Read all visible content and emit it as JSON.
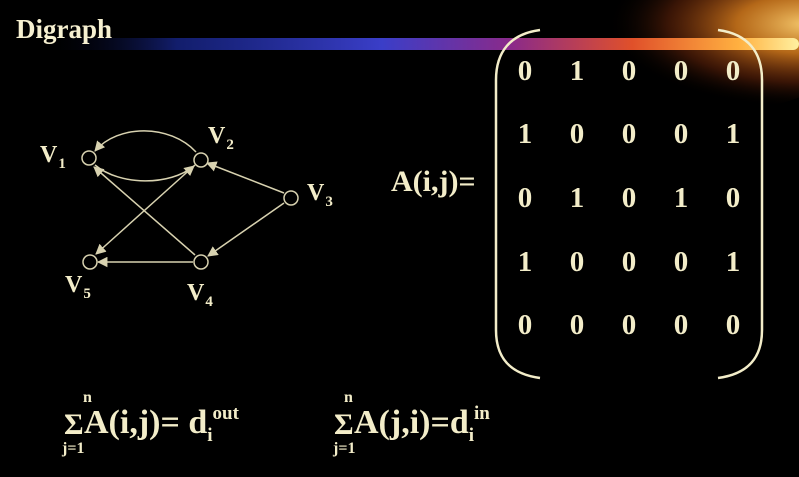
{
  "slide": {
    "title": "Digraph"
  },
  "graph": {
    "vertices": [
      {
        "id": "v1",
        "label": "V",
        "sub": "1"
      },
      {
        "id": "v2",
        "label": "V",
        "sub": "2"
      },
      {
        "id": "v3",
        "label": "V",
        "sub": "3"
      },
      {
        "id": "v4",
        "label": "V",
        "sub": "4"
      },
      {
        "id": "v5",
        "label": "V",
        "sub": "5"
      }
    ],
    "edges": [
      {
        "from": "v1",
        "to": "v2"
      },
      {
        "from": "v2",
        "to": "v1"
      },
      {
        "from": "v2",
        "to": "v5"
      },
      {
        "from": "v3",
        "to": "v2"
      },
      {
        "from": "v3",
        "to": "v4"
      },
      {
        "from": "v4",
        "to": "v1"
      },
      {
        "from": "v4",
        "to": "v5"
      }
    ]
  },
  "matrix": {
    "label": "A(i,j)=",
    "rows": [
      [
        "0",
        "1",
        "0",
        "0",
        "0"
      ],
      [
        "1",
        "0",
        "0",
        "0",
        "1"
      ],
      [
        "0",
        "1",
        "0",
        "1",
        "0"
      ],
      [
        "1",
        "0",
        "0",
        "0",
        "1"
      ],
      [
        "0",
        "0",
        "0",
        "0",
        "0"
      ]
    ]
  },
  "formulas": {
    "out": {
      "upper": "n",
      "sigma": "Σ",
      "lower": "j=1",
      "expr": "A(i,j)= d",
      "sub": "i",
      "sup": "out"
    },
    "in": {
      "upper": "n",
      "sigma": "Σ",
      "lower": "j=1",
      "expr": "A(j,i)=d",
      "sub": "i",
      "sup": "in"
    }
  },
  "colors": {
    "background": "#000000",
    "text": "#f3edc9",
    "streak": "#f79a2a"
  }
}
